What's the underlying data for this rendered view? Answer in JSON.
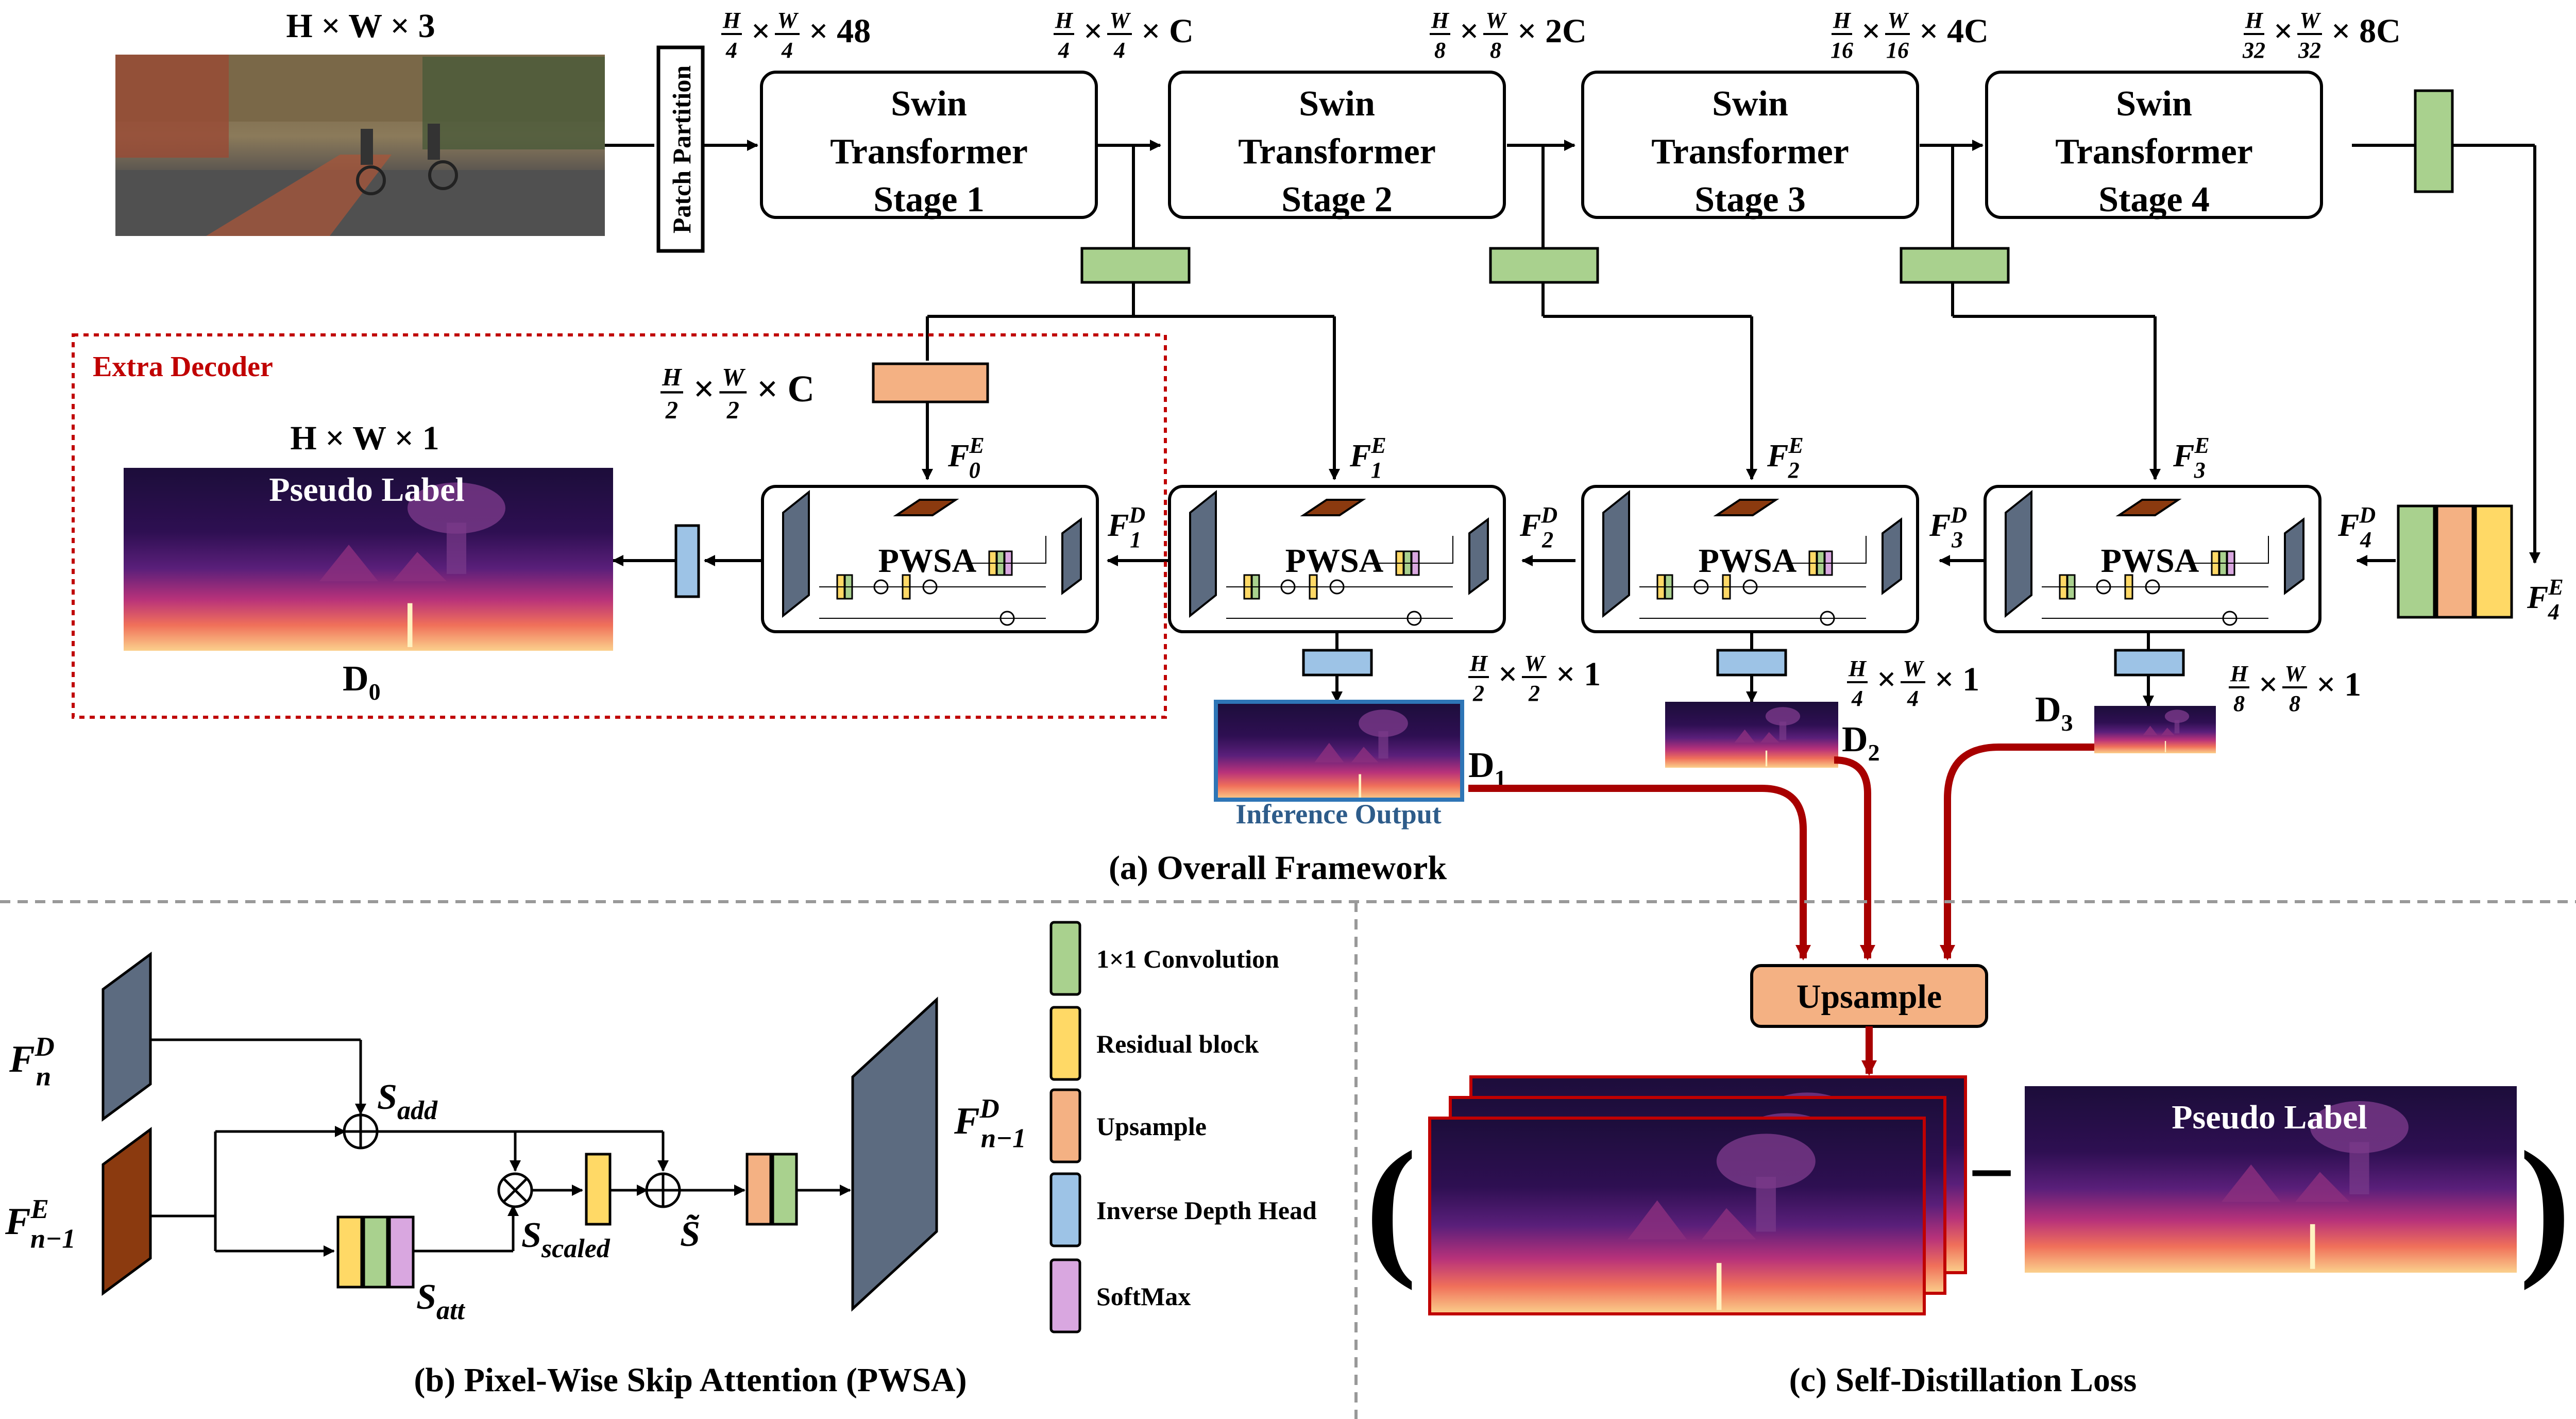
{
  "input": {
    "shape_label": "H × W × 3"
  },
  "patch_partition": {
    "label": "Patch Partition"
  },
  "stages": [
    {
      "line1": "Swin",
      "line2": "Transformer",
      "line3": "Stage 1"
    },
    {
      "line1": "Swin",
      "line2": "Transformer",
      "line3": "Stage 2"
    },
    {
      "line1": "Swin",
      "line2": "Transformer",
      "line3": "Stage 3"
    },
    {
      "line1": "Swin",
      "line2": "Transformer",
      "line3": "Stage 4"
    }
  ],
  "dims_top": [
    {
      "h": "H",
      "hd": "4",
      "w": "W",
      "wd": "4",
      "c": "× 48"
    },
    {
      "h": "H",
      "hd": "4",
      "w": "W",
      "wd": "4",
      "c": "× C"
    },
    {
      "h": "H",
      "hd": "8",
      "w": "W",
      "wd": "8",
      "c": "× 2C"
    },
    {
      "h": "H",
      "hd": "16",
      "w": "W",
      "wd": "16",
      "c": "× 4C"
    },
    {
      "h": "H",
      "hd": "32",
      "w": "W",
      "wd": "32",
      "c": "× 8C"
    }
  ],
  "extra_decoder": {
    "title": "Extra Decoder",
    "dim": {
      "h": "H",
      "hd": "2",
      "w": "W",
      "wd": "2",
      "c": "× C"
    },
    "output_shape": "H × W × 1",
    "pseudo_label": "Pseudo Label",
    "output_name": "D",
    "output_sub": "0"
  },
  "pwsa_label": "PWSA",
  "encoder_features": [
    {
      "base": "F",
      "sup": "E",
      "sub": "0"
    },
    {
      "base": "F",
      "sup": "E",
      "sub": "1"
    },
    {
      "base": "F",
      "sup": "E",
      "sub": "2"
    },
    {
      "base": "F",
      "sup": "E",
      "sub": "3"
    },
    {
      "base": "F",
      "sup": "E",
      "sub": "4"
    }
  ],
  "decoder_features": [
    {
      "base": "F",
      "sup": "D",
      "sub": "1"
    },
    {
      "base": "F",
      "sup": "D",
      "sub": "2"
    },
    {
      "base": "F",
      "sup": "D",
      "sub": "3"
    },
    {
      "base": "F",
      "sup": "D",
      "sub": "4"
    }
  ],
  "outputs": [
    {
      "name": "D",
      "sub": "1",
      "dim": {
        "h": "H",
        "hd": "2",
        "w": "W",
        "wd": "2",
        "c": "× 1"
      }
    },
    {
      "name": "D",
      "sub": "2",
      "dim": {
        "h": "H",
        "hd": "4",
        "w": "W",
        "wd": "4",
        "c": "× 1"
      }
    },
    {
      "name": "D",
      "sub": "3",
      "dim": {
        "h": "H",
        "hd": "8",
        "w": "W",
        "wd": "8",
        "c": "× 1"
      }
    }
  ],
  "inference_output": "Inference Output",
  "captions": {
    "a": "(a) Overall Framework",
    "b": "(b) Pixel-Wise Skip Attention (PWSA)",
    "c": "(c) Self-Distillation Loss"
  },
  "pwsa_detail": {
    "fn_d": {
      "base": "F",
      "sup": "D",
      "sub": "n"
    },
    "fn1_e": {
      "base": "F",
      "sup": "E",
      "sub": "n−1"
    },
    "fn1_d": {
      "base": "F",
      "sup": "D",
      "sub": "n−1"
    },
    "s_add": {
      "base": "S",
      "sub": "add"
    },
    "s_scaled": {
      "base": "S",
      "sub": "scaled"
    },
    "s_att": {
      "base": "S",
      "sub": "att"
    },
    "s_tilde": "S̃"
  },
  "legend": [
    {
      "label": "1×1 Convolution",
      "color": "#a9d18e"
    },
    {
      "label": "Residual block",
      "color": "#ffd966"
    },
    {
      "label": "Upsample",
      "color": "#f4b183"
    },
    {
      "label": "Inverse Depth Head",
      "color": "#9dc3e6"
    },
    {
      "label": "SoftMax",
      "color": "#d9a7e0"
    }
  ],
  "upsample_label": "Upsample",
  "loss": {
    "open": "(",
    "minus": "−",
    "close": ")",
    "pseudo_label": "Pseudo Label"
  },
  "colors": {
    "conv": "#a9d18e",
    "residual": "#ffd966",
    "upsample": "#f4b183",
    "head": "#9dc3e6",
    "softmax": "#d9a7e0",
    "encoder_feat": "#8b3a0f",
    "decoder_feat": "#5c6b80",
    "red_arrow": "#a80000",
    "extra_border": "#c00000",
    "inference_text": "#2e5c8a"
  }
}
